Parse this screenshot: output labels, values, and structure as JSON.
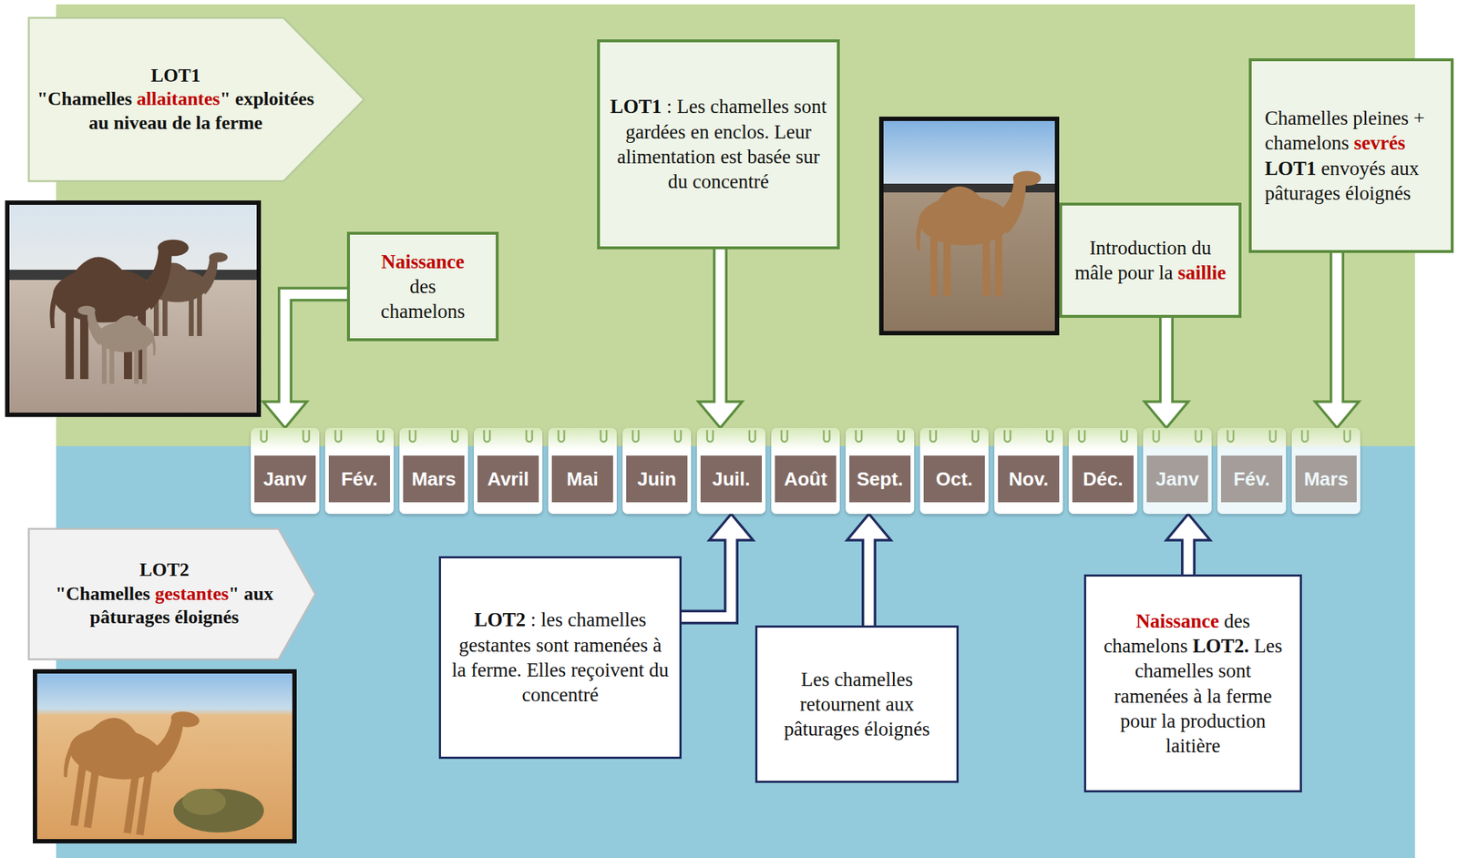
{
  "diagram": {
    "nodes": [
      {
        "text": [
          "LOT1",
          "\"Chamelles allaitantes\" exploitées au niveau de la ferme"
        ]
      },
      {
        "text": [
          "Naissance des chamelons"
        ]
      },
      {
        "text": [
          "LOT1 : Les chamelles sont gardées en enclos. Leur alimentation est basée sur du concentré"
        ]
      },
      {
        "text": [
          "Introduction du mâle pour la saillie"
        ]
      },
      {
        "text": [
          "Chamelles pleines + chamelons sevrés LOT1 envoyés aux pâturages éloignés"
        ]
      },
      {
        "text": [
          "Janv"
        ]
      },
      {
        "text": [
          "Fév."
        ]
      },
      {
        "text": [
          "Mars"
        ]
      },
      {
        "text": [
          "Avril"
        ]
      },
      {
        "text": [
          "Mai"
        ]
      },
      {
        "text": [
          "Juin"
        ]
      },
      {
        "text": [
          "Juil."
        ]
      },
      {
        "text": [
          "Août"
        ]
      },
      {
        "text": [
          "Sept."
        ]
      },
      {
        "text": [
          "Oct."
        ]
      },
      {
        "text": [
          "Nov."
        ]
      },
      {
        "text": [
          "Déc."
        ]
      },
      {
        "text": [
          "Janv"
        ]
      },
      {
        "text": [
          "Fév."
        ]
      },
      {
        "text": [
          "Mars"
        ]
      },
      {
        "text": [
          "LOT2",
          "\"Chamelles gestantes\" aux pâturages éloignés"
        ]
      },
      {
        "text": [
          "LOT2 : les chamelles gestantes sont ramenées à la ferme. Elles reçoivent du concentré"
        ]
      },
      {
        "text": [
          "Les chamelles retournent aux pâturages éloignés"
        ]
      },
      {
        "text": [
          "Naissance des chamelons LOT2. Les chamelles sont ramenées à la ferme pour la production laitière"
        ]
      }
    ],
    "edges": [
      {
        "from": 1,
        "to": 5,
        "arrow": "to"
      },
      {
        "from": 2,
        "to": 11,
        "arrow": "to"
      },
      {
        "from": 3,
        "to": 17,
        "arrow": "to"
      },
      {
        "from": 4,
        "to": 19,
        "arrow": "to"
      },
      {
        "from": 21,
        "to": 11,
        "arrow": "to"
      },
      {
        "from": 22,
        "to": 13,
        "arrow": "to"
      },
      {
        "from": 23,
        "to": 17,
        "arrow": "to"
      }
    ]
  }
}
